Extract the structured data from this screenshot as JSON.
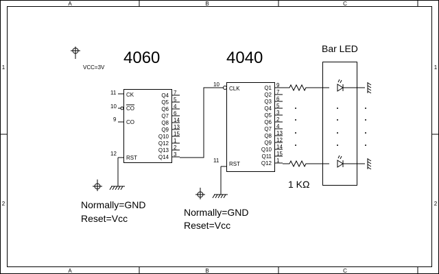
{
  "frame": {
    "col_labels": [
      "A",
      "B",
      "C"
    ],
    "row_labels": [
      "1",
      "2"
    ]
  },
  "vcc": {
    "label": "VCC=3V"
  },
  "chip_4060": {
    "title": "4060",
    "left_pins": [
      {
        "num": "11",
        "name": "CK"
      },
      {
        "num": "10",
        "name": "CO"
      },
      {
        "num": "9",
        "name": "CO"
      },
      {
        "num": "12",
        "name": "RST"
      }
    ],
    "right_pins": [
      {
        "name": "Q4",
        "num": "7"
      },
      {
        "name": "Q5",
        "num": "5"
      },
      {
        "name": "Q6",
        "num": "4"
      },
      {
        "name": "Q7",
        "num": "6"
      },
      {
        "name": "Q8",
        "num": "14"
      },
      {
        "name": "Q9",
        "num": "13"
      },
      {
        "name": "Q10",
        "num": "15"
      },
      {
        "name": "Q12",
        "num": "1"
      },
      {
        "name": "Q13",
        "num": "2"
      },
      {
        "name": "Q14",
        "num": "3"
      }
    ],
    "note_line1": "Normally=GND",
    "note_line2": "Reset=Vcc"
  },
  "chip_4040": {
    "title": "4040",
    "left_pins": [
      {
        "num": "10",
        "name": "CLK"
      },
      {
        "num": "11",
        "name": "RST"
      }
    ],
    "right_pins": [
      {
        "name": "Q1",
        "num": "9"
      },
      {
        "name": "Q2",
        "num": "7"
      },
      {
        "name": "Q3",
        "num": "6"
      },
      {
        "name": "Q4",
        "num": "5"
      },
      {
        "name": "Q5",
        "num": "3"
      },
      {
        "name": "Q6",
        "num": "2"
      },
      {
        "name": "Q7",
        "num": "4"
      },
      {
        "name": "Q8",
        "num": "13"
      },
      {
        "name": "Q9",
        "num": "12"
      },
      {
        "name": "Q10",
        "num": "14"
      },
      {
        "name": "Q11",
        "num": "15"
      },
      {
        "name": "Q12",
        "num": "1"
      }
    ],
    "note_line1": "Normally=GND",
    "note_line2": "Reset=Vcc"
  },
  "bar_led": {
    "title": "Bar LED"
  },
  "resistor": {
    "label": "1 KΩ"
  }
}
